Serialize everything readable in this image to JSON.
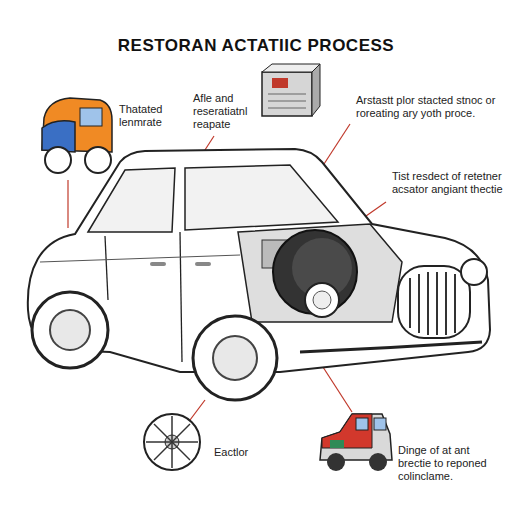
{
  "diagram": {
    "title": "RESTORAN ACTATIIC PROCESS",
    "labels": [
      "Thatated lenmrate",
      "Afle and reseratiatnl reapate",
      "Arstastt plor stacted stnoc or roreating ary yoth proce.",
      "Tist resdect of retetner acsator angiant thectie",
      "Eactlor",
      "Dinge of at ant brectie to reponed colinclame."
    ]
  }
}
